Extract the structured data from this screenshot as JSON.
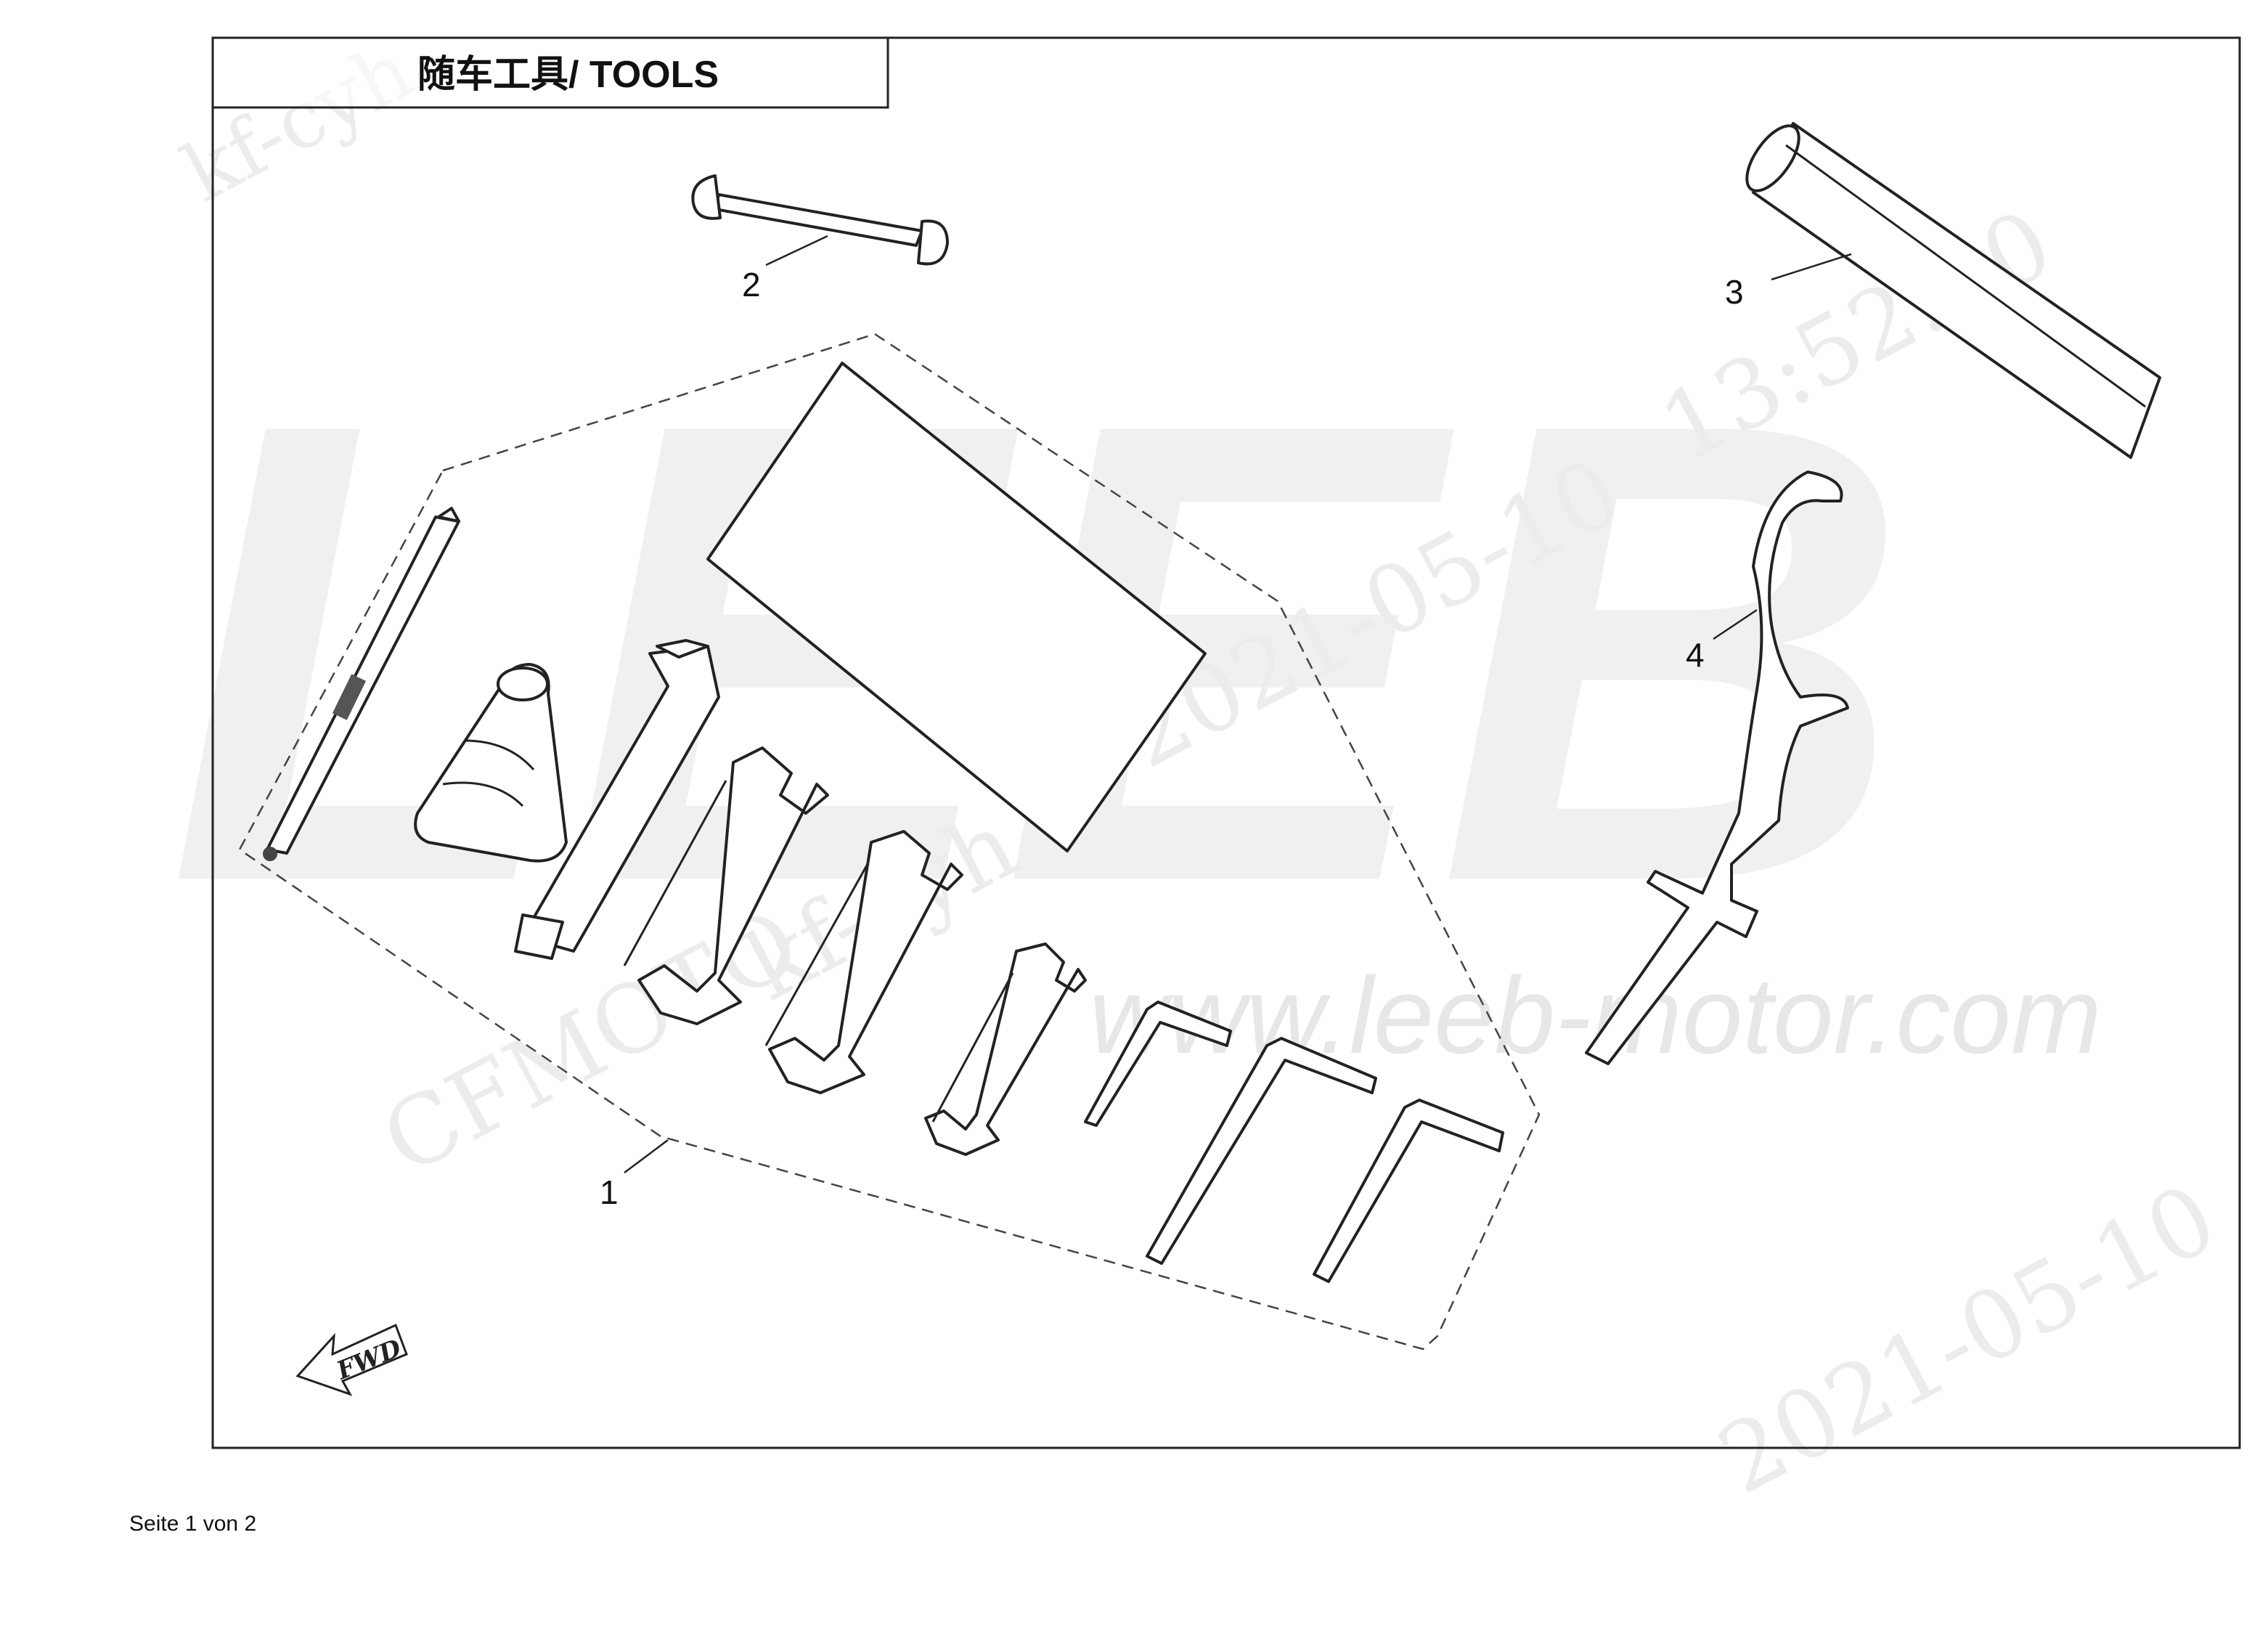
{
  "page": {
    "title": "随车工具/ TOOLS",
    "footer": "Seite 1 von 2"
  },
  "watermarks": {
    "brand": "LEEB",
    "url": "www.leeb-motor.com",
    "maker": "CFMOTO",
    "user": "kf-cyh",
    "date": "2021-05-10",
    "time": "13:52:20"
  },
  "fwd_label": "FWD",
  "callouts": [
    {
      "id": "1",
      "label": "1",
      "part": "tool-kit-bag"
    },
    {
      "id": "2",
      "label": "2",
      "part": "tommy-bar"
    },
    {
      "id": "3",
      "label": "3",
      "part": "tool-tube"
    },
    {
      "id": "4",
      "label": "4",
      "part": "hook-spanner"
    }
  ]
}
